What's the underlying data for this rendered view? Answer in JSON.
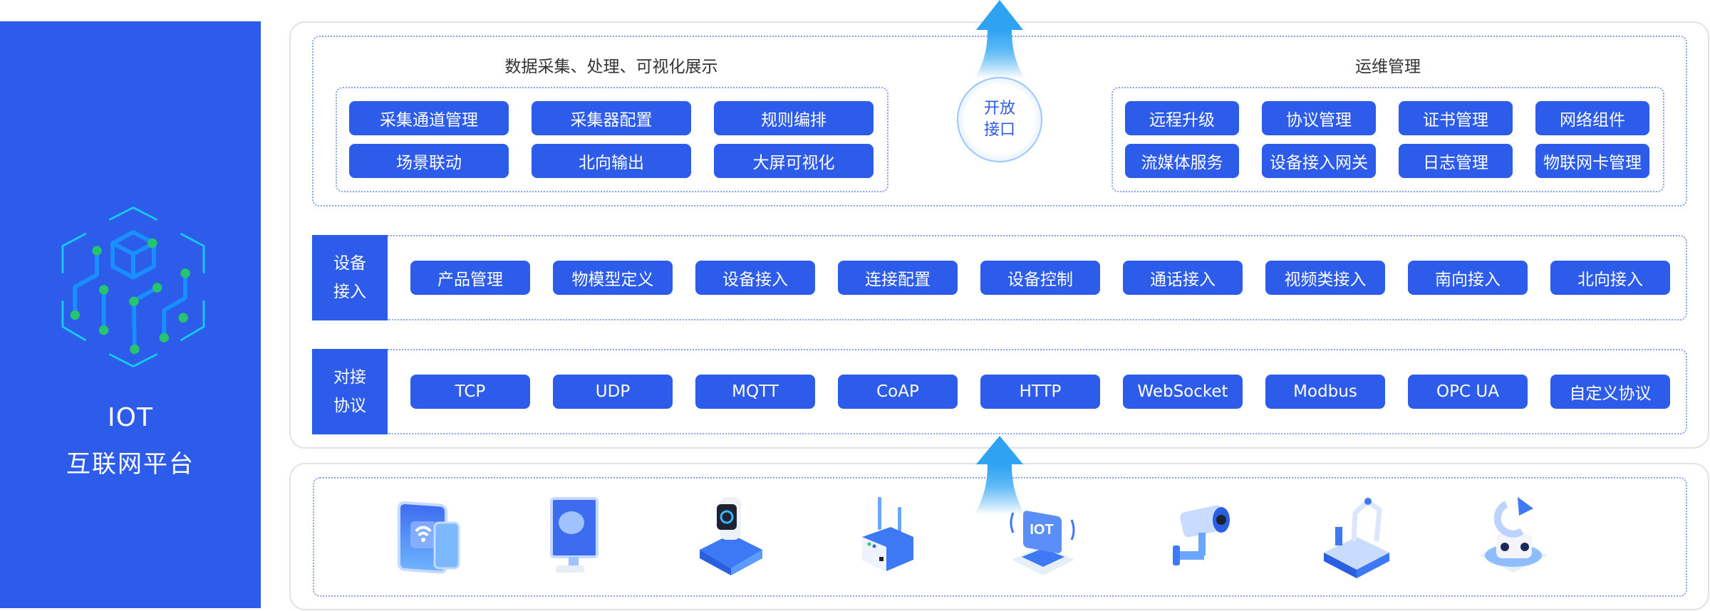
{
  "sidebar": {
    "icon": "circuit-cube-icon",
    "title_line1": "IOT",
    "title_line2": "互联网平台",
    "bg_color": "#2d5bea"
  },
  "open_interface": {
    "line1": "开放",
    "line2": "接口",
    "icon": "up-arrow-icon"
  },
  "data_group": {
    "title": "数据采集、处理、可视化展示",
    "items": [
      "采集通道管理",
      "采集器配置",
      "规则编排",
      "场景联动",
      "北向输出",
      "大屏可视化"
    ]
  },
  "ops_group": {
    "title": "运维管理",
    "items": [
      "远程升级",
      "协议管理",
      "证书管理",
      "网络组件",
      "流媒体服务",
      "设备接入网关",
      "日志管理",
      "物联网卡管理"
    ]
  },
  "device_access": {
    "label_line1": "设备",
    "label_line2": "接入",
    "items": [
      "产品管理",
      "物模型定义",
      "设备接入",
      "连接配置",
      "设备控制",
      "通话接入",
      "视频类接入",
      "南向接入",
      "北向接入"
    ]
  },
  "protocols": {
    "label_line1": "对接",
    "label_line2": "协议",
    "items": [
      "TCP",
      "UDP",
      "MQTT",
      "CoAP",
      "HTTP",
      "WebSocket",
      "Modbus",
      "OPC UA",
      "自定义协议"
    ]
  },
  "devices": {
    "items": [
      "tablet-phone-wifi-icon",
      "monitor-brain-icon",
      "smartwatch-icon",
      "router-icon",
      "iot-signal-icon",
      "cctv-camera-icon",
      "robot-arm-icon",
      "sync-device-icon"
    ]
  },
  "colors": {
    "accent": "#2d5bea",
    "arrow": "#2ea3f2",
    "dashed_border": "#8aa4ee",
    "panel_border": "#e2e2e2"
  }
}
